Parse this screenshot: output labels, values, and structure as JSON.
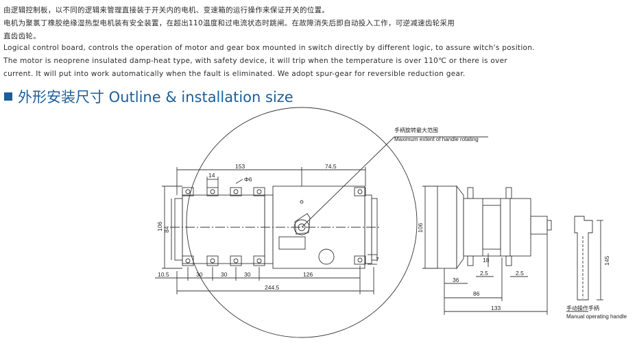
{
  "paragraphs": {
    "cn_line1": "由逻辑控制板，以不同的逻辑来管理直接装于开关内的电机、变速箱的运行操作来保证开关的位置。",
    "cn_line2": "电机为聚氯丁橡胶绝缘湿热型电机装有安全装置，在超出110温度和过电流状态时跳闸。在故障消失后即自动投入工作，可逆减速齿轮采用",
    "cn_line3": "直齿齿轮。",
    "en_line1": "Logical control board, controls the operation of motor and gear box mounted in switch directly by different logic, to assure witch's position.",
    "en_line2": "The motor is neoprene insulated damp-heat type, with safety device, it will trip when the temperature is over 110℃ or there is over",
    "en_line3": "current. It will put into work automatically when the fault is eliminated. We adopt spur-gear for reversible reduction gear."
  },
  "section": {
    "title": "外形安装尺寸  Outline & installation size"
  },
  "drawing": {
    "handle_rotation_cn": "手柄旋转最大范围",
    "handle_rotation_en": "Maximum extent of handle rotating",
    "manual_handle_cn": "手动操作手柄",
    "manual_handle_en": "Manual operating handle",
    "dim_153": "153",
    "dim_74_5": "74.5",
    "dim_14": "14",
    "dim_phi6": "Φ6",
    "dim_106_left": "106",
    "dim_84": "84",
    "dim_10_5": "10.5",
    "dim_30_a": "30",
    "dim_30_b": "30",
    "dim_30_c": "30",
    "dim_126": "126",
    "dim_244_5": "244.5",
    "dim_7": "7",
    "dim_106_side": "106",
    "dim_18": "18",
    "dim_2_5_a": "2.5",
    "dim_2_5_b": "2.5",
    "dim_36": "36",
    "dim_86": "86",
    "dim_133": "133",
    "dim_145": "145"
  }
}
